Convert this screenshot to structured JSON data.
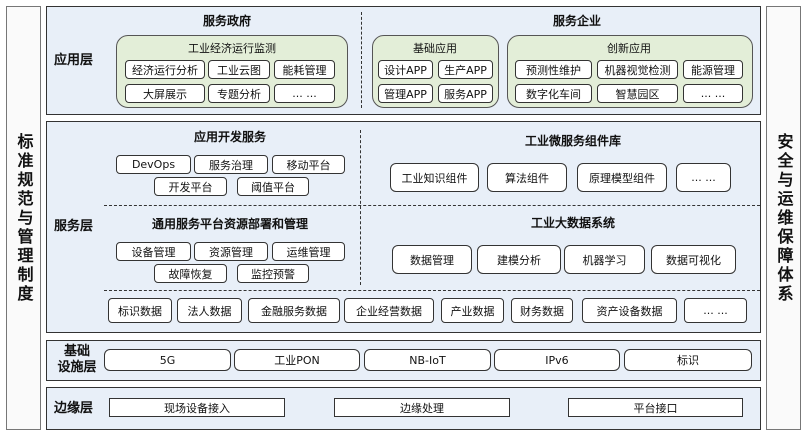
{
  "left_panel": "标准规范与管理制度",
  "right_panel": "安全与运维保障体系",
  "app_layer": {
    "label": "应用层",
    "gov": {
      "title": "服务政府",
      "group": {
        "title": "工业经济运行监测",
        "items": [
          "经济运行分析",
          "工业云图",
          "能耗管理",
          "大屏展示",
          "专题分析",
          "... ..."
        ]
      }
    },
    "ent": {
      "title": "服务企业",
      "basic": {
        "title": "基础应用",
        "items": [
          "设计APP",
          "生产APP",
          "管理APP",
          "服务APP"
        ]
      },
      "innov": {
        "title": "创新应用",
        "items": [
          "预测性维护",
          "机器视觉检测",
          "能源管理",
          "数字化车间",
          "智慧园区",
          "... ..."
        ]
      }
    }
  },
  "service_layer": {
    "label": "服务层",
    "appdev": {
      "title": "应用开发服务",
      "items": [
        "DevOps",
        "服务治理",
        "移动平台",
        "开发平台",
        "阈值平台"
      ]
    },
    "platform": {
      "title": "通用服务平台资源部署和管理",
      "items": [
        "设备管理",
        "资源管理",
        "运维管理",
        "故障恢复",
        "监控预警"
      ]
    },
    "micro": {
      "title": "工业微服务组件库",
      "items": [
        "工业知识组件",
        "算法组件",
        "原理模型组件",
        "... ..."
      ]
    },
    "bigdata": {
      "title": "工业大数据系统",
      "items": [
        "数据管理",
        "建模分析",
        "机器学习",
        "数据可视化"
      ]
    },
    "data": [
      "标识数据",
      "法人数据",
      "金融服务数据",
      "企业经营数据",
      "产业数据",
      "财务数据",
      "资产设备数据",
      "... ..."
    ]
  },
  "infra_layer": {
    "label_1": "基础",
    "label_2": "设施层",
    "items": [
      "5G",
      "工业PON",
      "NB-IoT",
      "IPv6",
      "标识"
    ]
  },
  "edge_layer": {
    "label": "边缘层",
    "items": [
      "现场设备接入",
      "边缘处理",
      "平台接口"
    ]
  },
  "colors": {
    "layer_bg": "#e8eff8",
    "group_bg": "#e3eed8"
  }
}
